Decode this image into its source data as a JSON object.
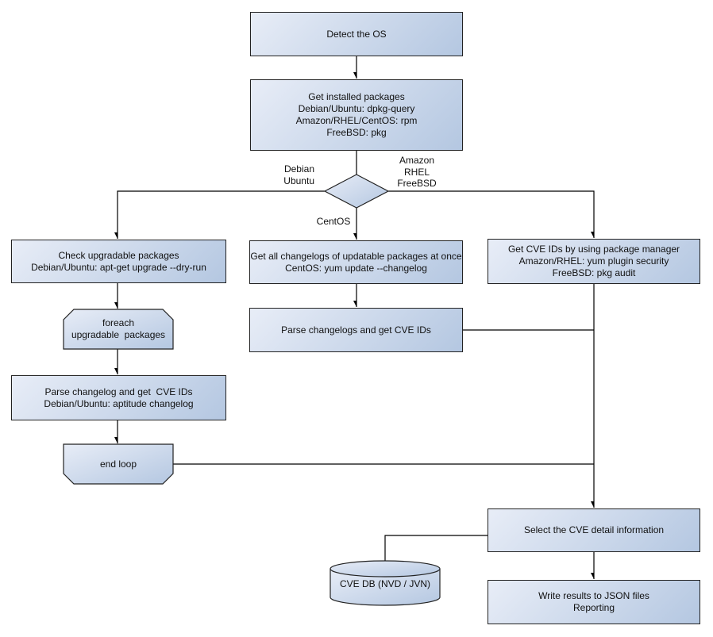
{
  "diagram": {
    "colors": {
      "background": "#ffffff",
      "fill_light": "#e8edf7",
      "fill_dark": "#b4c7e1",
      "border": "#222222",
      "line": "#000000",
      "text": "#111111"
    },
    "nodes": {
      "detect_os": {
        "text": "Detect the OS"
      },
      "get_installed_packages": {
        "text": "Get installed packages\nDebian/Ubuntu: dpkg-query\nAmazon/RHEL/CentOS: rpm\nFreeBSD: pkg"
      },
      "check_upgradable_packages": {
        "text": "Check upgradable packages\nDebian/Ubuntu: apt-get upgrade --dry-run"
      },
      "foreach_loop": {
        "text": "foreach\nupgradable  packages"
      },
      "parse_changelog_debian": {
        "text": "Parse changelog and get  CVE IDs\nDebian/Ubuntu: aptitude changelog"
      },
      "end_loop": {
        "text": "end loop"
      },
      "get_all_changelogs": {
        "text": "Get all changelogs of updatable packages at once\nCentOS: yum update --changelog"
      },
      "parse_changelogs_centos": {
        "text": "Parse changelogs and get CVE IDs"
      },
      "get_cve_ids_pkg_manager": {
        "text": "Get CVE IDs by using package manager\nAmazon/RHEL: yum plugin security\nFreeBSD: pkg audit"
      },
      "select_cve_detail": {
        "text": "Select the CVE detail information"
      },
      "cve_db": {
        "text": "CVE DB (NVD / JVN)"
      },
      "write_results": {
        "text": "Write results to JSON files\nReporting"
      }
    },
    "edge_labels": {
      "debian_ubuntu": "Debian\nUbuntu",
      "amazon_rhel_freebsd": "Amazon\nRHEL\nFreeBSD",
      "centos": "CentOS"
    }
  }
}
